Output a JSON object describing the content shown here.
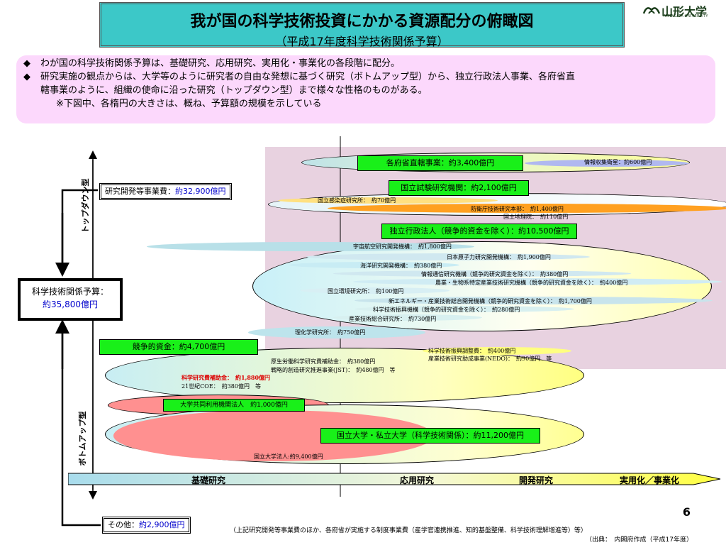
{
  "title": {
    "line1": "我が国の科学技術投資にかかる資源配分の俯瞰図",
    "line2": "（平成17年度科学技術関係予算）"
  },
  "logo": {
    "name": "山形大学",
    "en": "YAMAGATA UNIVERSITY"
  },
  "summary": {
    "bullet": "◆",
    "b1": "わが国の科学技術関係予算は、基礎研究、応用研究、実用化・事業化の各段階に配分。",
    "b2a": "研究実施の観点からは、大学等のように研究者の自由な発想に基づく研究（ボトムアップ型）から、独立行政法人事業、各府省直",
    "b2b": "轄事業のように、組織の使命に沿った研究（トップダウン型）まで様々な性格のものがある。",
    "note": "※下図中、各楕円の大きさは、概ね、予算額の規模を示している"
  },
  "left": {
    "total_label": "科学技術関係予算：",
    "total_value": "約35,800億円",
    "rd_label": "研究開発等事業費：",
    "rd_value": "約32,900億円",
    "other_label": "その他：",
    "other_value": "約2,900億円",
    "topdown": "トップダウン型",
    "bottomup": "ボトムアップ型"
  },
  "groups": {
    "ministry": "各府省直轄事業：約3,400億円",
    "natlab": "国立試験研究機関：約2,100億円",
    "iai": "独立行政法人（競争的資金を除く）：約10,500億円",
    "competitive": "競争的資金：約4,700億円",
    "interuniv": "大学共同利用機関法人　約1,000億円",
    "univ": "国立大学・私立大学（科学技術関係）：約11,200億円"
  },
  "items": {
    "intel_sat": "情報収集衛星：約600億円",
    "infect": "国立感染症研究所：　約70億円",
    "defense": "防衛庁技術研究本部：　約1,400億円",
    "gsi": "国土地理院：　約110億円",
    "jaxa": "宇宙航空研究開発機構：　約1,800億円",
    "jaea": "日本原子力研究開発機構：　約1,900億円",
    "jamstec": "海洋研究開発機構：　約380億円",
    "nict": "情報通信研究機構（競争的研究資金を除く）：　約380億円",
    "brain": "農業・生物系特定産業技術研究機構（競争的研究資金を除く）：　約400億円",
    "nies": "国立環境研究所：　約100億円",
    "nedo": "新エネルギー・産業技術総合開発機構（競争的研究資金を除く）：　約1,700億円",
    "jst": "科学技術振興機構（競争的研究資金を除く）：　約280億円",
    "aist": "産業技術総合研究所：　約730億円",
    "riken": "理化学研究所：　約750億円",
    "coord": "科学技術振興調整費：　約400億円",
    "nedo_grant": "産業技術研究助成事業(NEDO)：　約90億円　等",
    "mhlw": "厚生労働科学研究費補助金：　約380億円",
    "jst_crest": "戦略的創造研究推進事業(JST)：　約480億円　等",
    "kakenhi": "科学研究費補助金：　約1,880億円",
    "coe": "21世紀COE：　約380億円　等",
    "natuniv": "国立大学法人:約9,400億円"
  },
  "axis": {
    "basic": "基礎研究",
    "applied": "応用研究",
    "dev": "開発研究",
    "commercial": "実用化／事業化"
  },
  "page_number": "6",
  "footer": {
    "note": "（上記研究開発等事業費のほか、各府省が実施する制度事業費（産学官連携推進、知的基盤整備、科学技術理解増進等）等）",
    "source": "（出典：　内閣府作成（平成17年度）"
  },
  "colors": {
    "title_bg": "#3cc8c8",
    "summary_bg": "#fcd8fc",
    "green_label": "#19f019",
    "pink_region": "#e8d2e0",
    "kakenhi_red": "#dd0000"
  }
}
